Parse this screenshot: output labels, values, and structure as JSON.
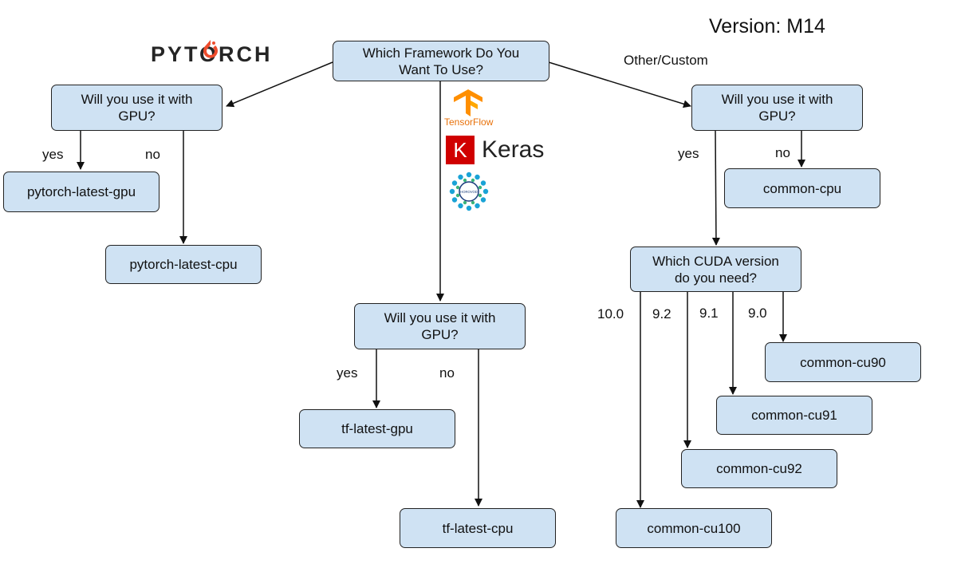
{
  "version": "Version: M14",
  "logos": {
    "pytorch": "PYTORCH",
    "tensorflow": "TensorFlow",
    "keras_mark": "K",
    "keras": "Keras",
    "horovod": "HOROVOD"
  },
  "nodes": {
    "root": "Which Framework Do You\nWant To Use?",
    "pt_gpu_q": "Will you use it with\nGPU?",
    "pt_gpu": "pytorch-latest-gpu",
    "pt_cpu": "pytorch-latest-cpu",
    "tf_gpu_q": "Will you use it with\nGPU?",
    "tf_gpu": "tf-latest-gpu",
    "tf_cpu": "tf-latest-cpu",
    "cu_gpu_q": "Will you use it with\nGPU?",
    "common_cpu": "common-cpu",
    "cuda_q": "Which CUDA version\ndo you need?",
    "cu90": "common-cu90",
    "cu91": "common-cu91",
    "cu92": "common-cu92",
    "cu100": "common-cu100"
  },
  "edge_labels": {
    "other_custom": "Other/Custom",
    "pt_yes": "yes",
    "pt_no": "no",
    "tf_yes": "yes",
    "tf_no": "no",
    "cu_yes": "yes",
    "cu_no": "no",
    "v100": "10.0",
    "v92": "9.2",
    "v91": "9.1",
    "v90": "9.0"
  },
  "colors": {
    "box_fill": "#cfe2f3",
    "pytorch_flame": "#ee4c2c",
    "tensorflow_orange": "#ff8f00",
    "keras_red": "#d00000",
    "horovod_blue": "#1aa3d6"
  }
}
